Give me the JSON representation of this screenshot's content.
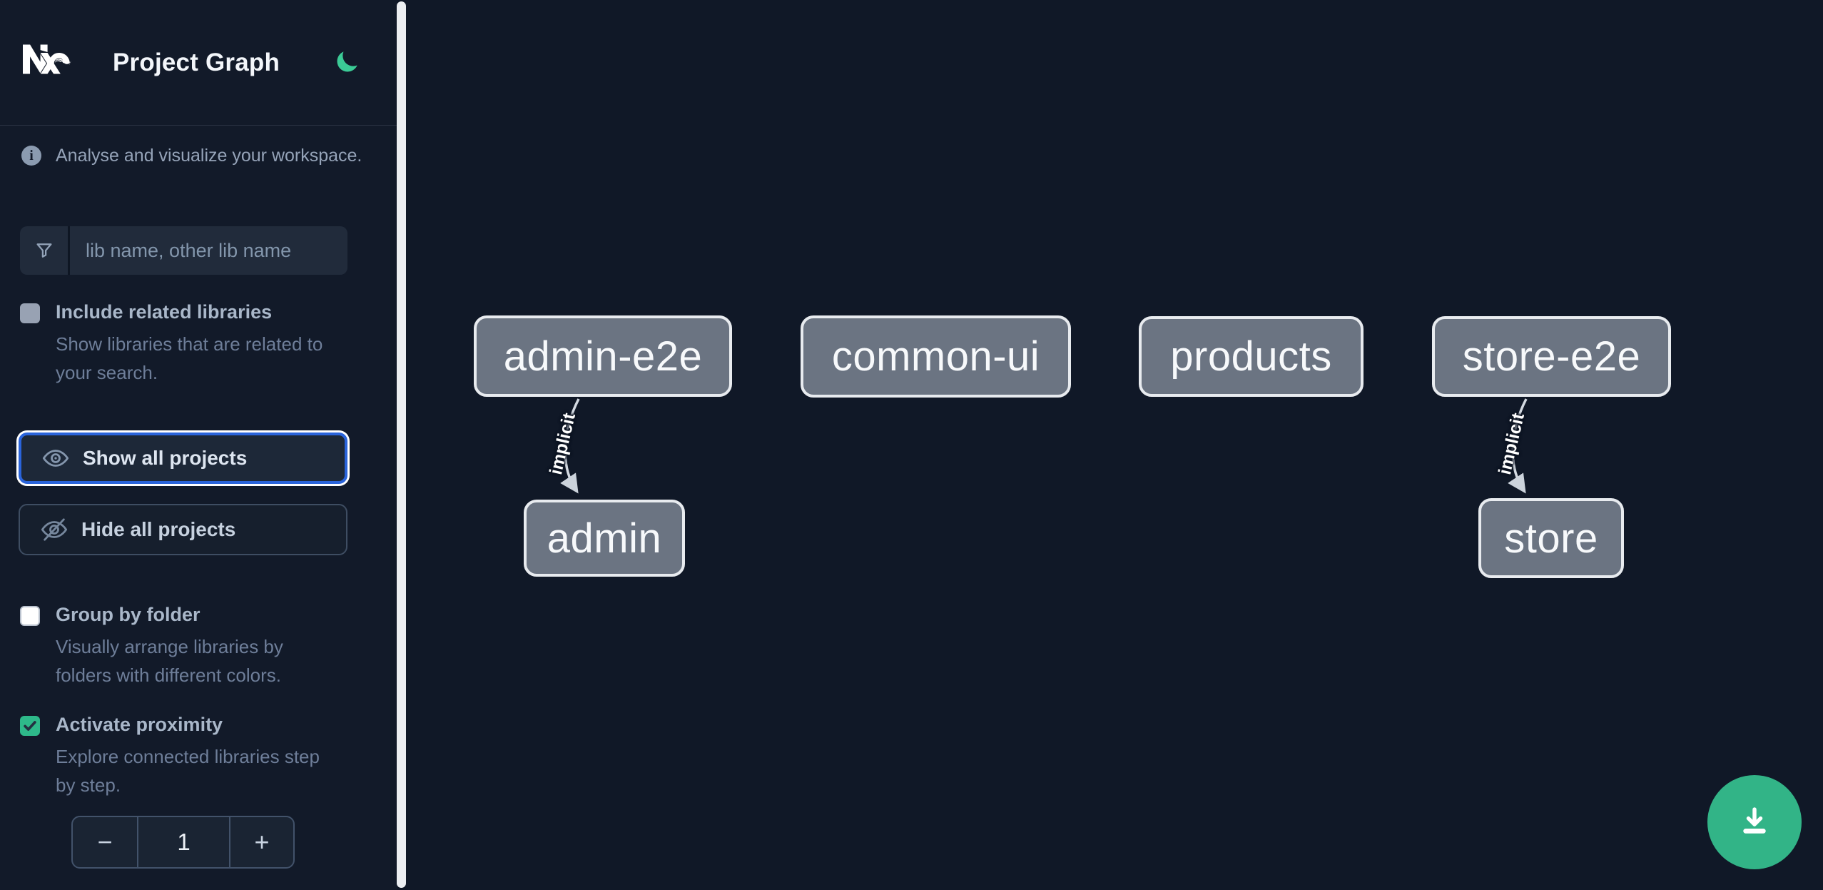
{
  "header": {
    "title": "Project Graph",
    "logo_icon": "nx-logo",
    "theme_icon": "moon"
  },
  "intro": {
    "text": "Analyse and visualize your workspace."
  },
  "search": {
    "placeholder": "lib name, other lib name",
    "value": ""
  },
  "toggles": [
    {
      "label": "Include related libraries",
      "description": "Show libraries that are related to your search.",
      "checked": false,
      "disabled": true
    },
    {
      "label": "Group by folder",
      "description": "Visually arrange libraries by folders with different colors.",
      "checked": false,
      "disabled": false
    },
    {
      "label": "Activate proximity",
      "description": "Explore connected libraries step by step.",
      "checked": true,
      "disabled": false
    }
  ],
  "actions": {
    "show_all": "Show all projects",
    "hide_all": "Hide all projects"
  },
  "stepper": {
    "decrement": "−",
    "value": "1",
    "increment": "+"
  },
  "graph": {
    "nodes": [
      {
        "label": "admin-e2e"
      },
      {
        "label": "common-ui"
      },
      {
        "label": "products"
      },
      {
        "label": "store-e2e"
      },
      {
        "label": "admin"
      },
      {
        "label": "store"
      }
    ],
    "edges": [
      {
        "from": "admin-e2e",
        "to": "admin",
        "label": "implicit"
      },
      {
        "from": "store-e2e",
        "to": "store",
        "label": "implicit"
      }
    ]
  },
  "fab": {
    "icon": "download"
  },
  "colors": {
    "accent_green": "#2eb98a",
    "moon_green": "#3bcb96",
    "focus_blue": "#2a64db",
    "node_fill": "#6b7482",
    "node_border": "#e8ebef",
    "sidebar_bg": "#121a29",
    "canvas_bg": "#101827"
  }
}
